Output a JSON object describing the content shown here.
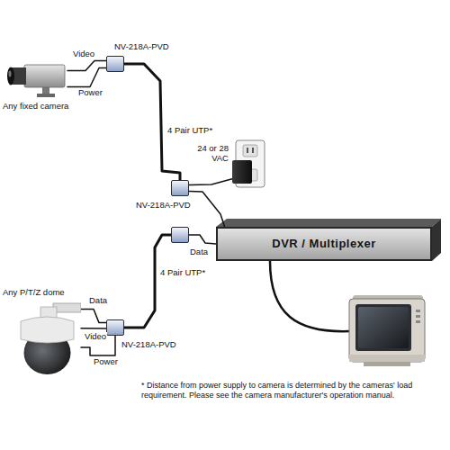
{
  "diagram": {
    "nodes": [
      {
        "text": [
          "Any fixed camera"
        ]
      },
      {
        "text": [
          "NV-218A-PVD"
        ]
      },
      {
        "text": [
          "24 or 28 VAC"
        ]
      },
      {
        "text": [
          "NV-218A-PVD"
        ]
      },
      {
        "text": []
      },
      {
        "text": [
          "DVR / Multiplexer"
        ]
      },
      {
        "text": [
          "Any P/T/Z dome"
        ]
      },
      {
        "text": [
          "NV-218A-PVD"
        ]
      }
    ],
    "edges": [
      {
        "from": 0,
        "to": 1,
        "label": "Video",
        "arrow": "none"
      },
      {
        "from": 0,
        "to": 1,
        "label": "Power",
        "arrow": "none"
      },
      {
        "from": 1,
        "to": 3,
        "label": "4 Pair UTP*",
        "arrow": "none"
      },
      {
        "from": 2,
        "to": 3,
        "arrow": "none"
      },
      {
        "from": 3,
        "to": 5,
        "arrow": "none"
      },
      {
        "from": 4,
        "to": 5,
        "label": "Data",
        "arrow": "none"
      },
      {
        "from": 7,
        "to": 4,
        "label": "4 Pair UTP*",
        "arrow": "none"
      },
      {
        "from": 6,
        "to": 7,
        "label": "Data",
        "arrow": "none"
      },
      {
        "from": 6,
        "to": 7,
        "label": "Video",
        "arrow": "none"
      },
      {
        "from": 6,
        "to": 7,
        "label": "Power",
        "arrow": "none"
      }
    ],
    "labels": [
      "* Distance from power supply to camera is determined by the cameras' load requirement. Please see the camera manufacturer's operation manual."
    ]
  }
}
